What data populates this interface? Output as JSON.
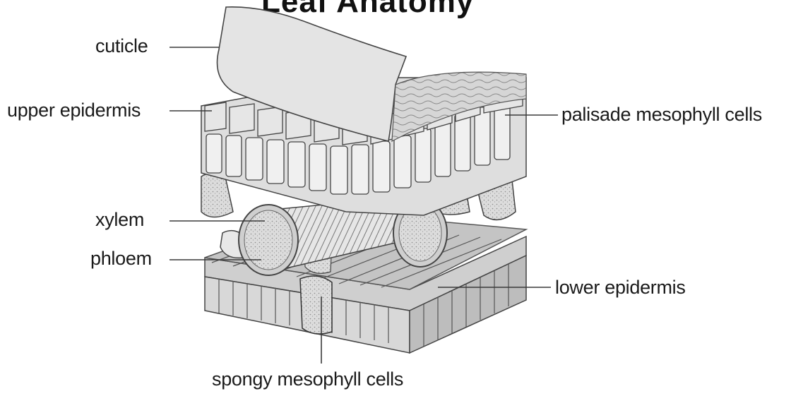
{
  "diagram": {
    "title": "Leaf Anatomy",
    "labels": {
      "cuticle": "cuticle",
      "upper_epidermis": "upper epidermis",
      "palisade": "palisade mesophyll cells",
      "xylem": "xylem",
      "phloem": "phloem",
      "lower_epidermis": "lower epidermis",
      "spongy": "spongy mesophyll cells"
    }
  },
  "colors": {
    "text": "#1a1a1a",
    "line": "#3a3a3a",
    "cell_fill": "#d9d9d9",
    "cell_light": "#ececec",
    "cell_dark": "#a8a8a8"
  }
}
